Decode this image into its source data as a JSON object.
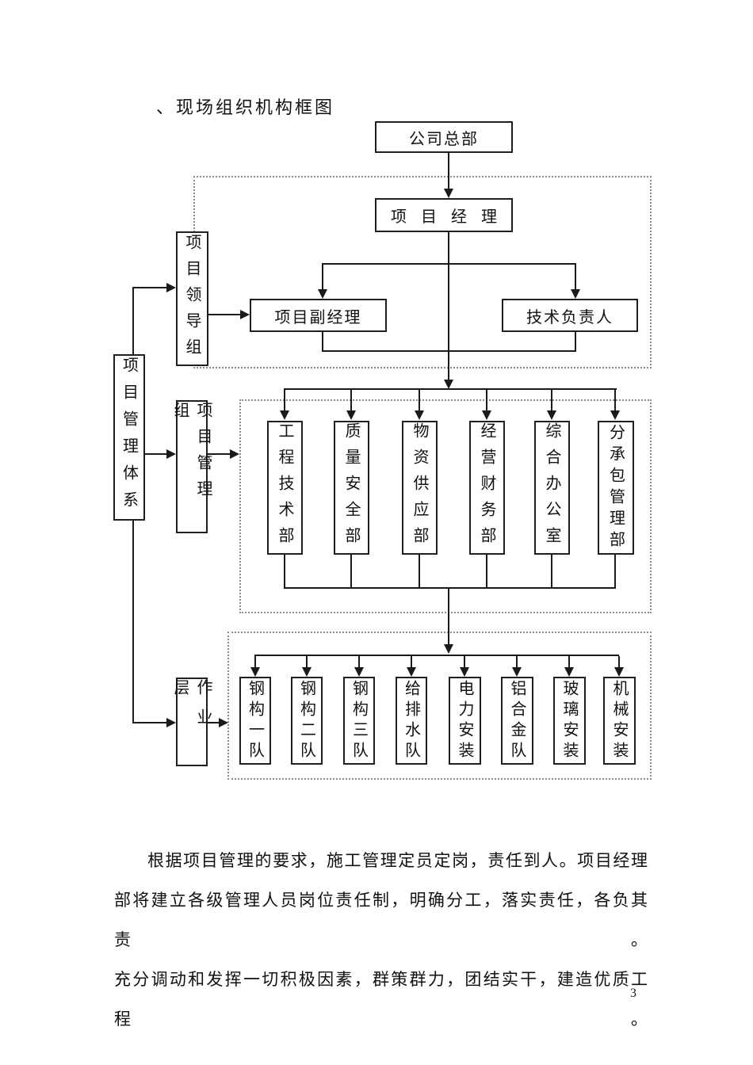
{
  "title": "、现场组织机构框图",
  "org_chart": {
    "hq": "公司总部",
    "project_manager": "项目经理",
    "leading_group": "项目领导组",
    "deputy_manager": "项目副经理",
    "tech_director": "技术负责人",
    "mgmt_system": "项目管理体系",
    "mgmt_group": "项目管理组",
    "operation_layer": "作业层",
    "departments": [
      "工程技术部",
      "质量安全部",
      "物资供应部",
      "经营财务部",
      "综合办公室",
      "分承包管理部"
    ],
    "teams": [
      "钢构一队",
      "钢构二队",
      "钢构三队",
      "给排水队",
      "电力安装",
      "铝合金队",
      "玻璃安装",
      "机械安装"
    ]
  },
  "paragraph": {
    "lines": [
      "根据项目管理的要求，施工管理定员定岗，责任到人。项目经理",
      "部将建立各级管理人员岗位责任制，明确分工，落实责任，各负其责。",
      "充分调动和发挥一切积极因素，群策群力，团结实干，建造优质工程。"
    ]
  },
  "page_number": "3"
}
